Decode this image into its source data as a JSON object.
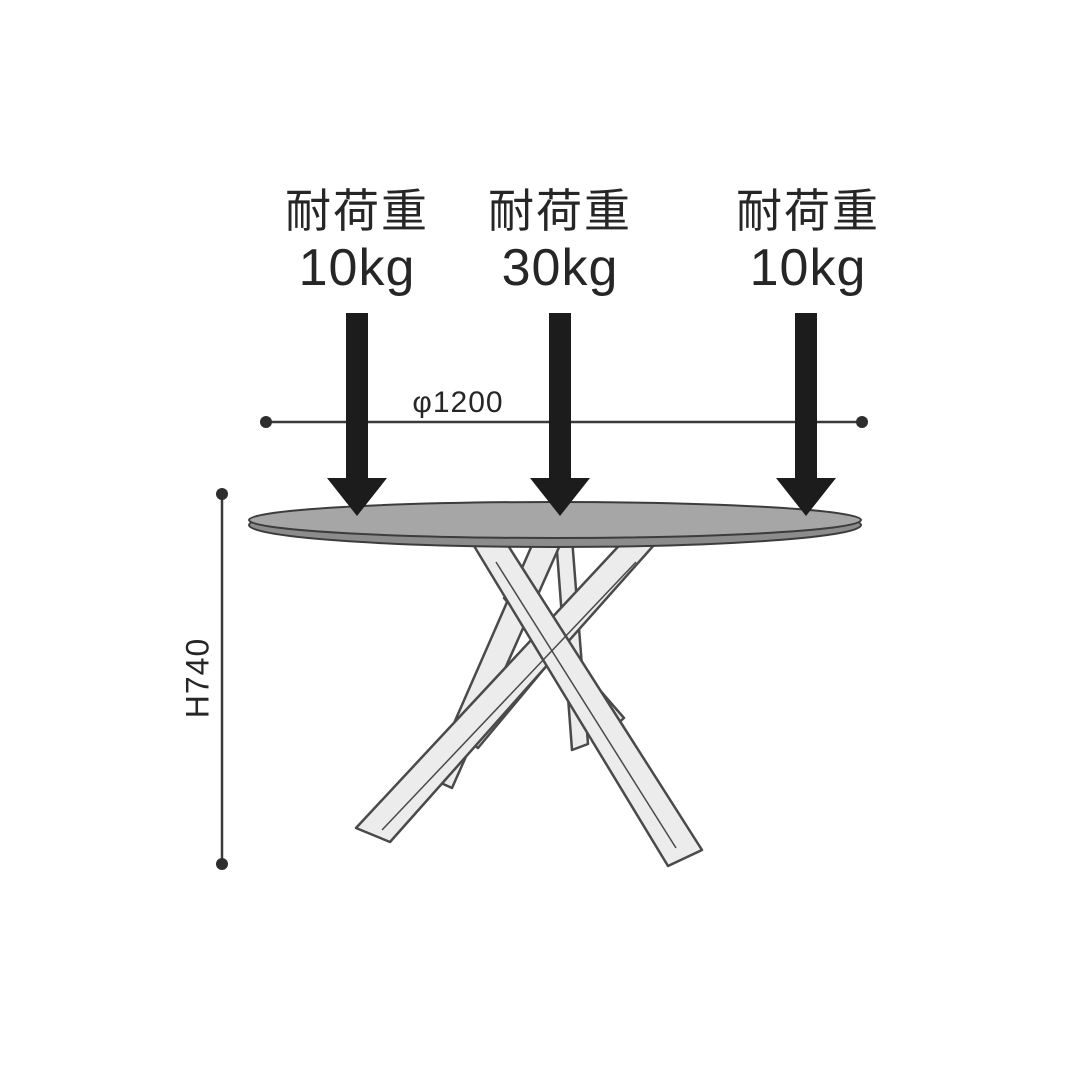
{
  "diagram": {
    "loads": [
      {
        "label": "耐荷重",
        "value": "10kg"
      },
      {
        "label": "耐荷重",
        "value": "30kg"
      },
      {
        "label": "耐荷重",
        "value": "10kg"
      }
    ],
    "dimensions": {
      "diameter": "φ1200",
      "height": "H740"
    },
    "colors": {
      "arrow": "#1c1c1c",
      "table_top": "#a6a6a6",
      "table_rim": "#8c8c8c",
      "leg_fill": "#ececec",
      "outline": "#454545",
      "dimension_line": "#3a3a3a",
      "dimension_dot": "#2e2e2e"
    }
  }
}
